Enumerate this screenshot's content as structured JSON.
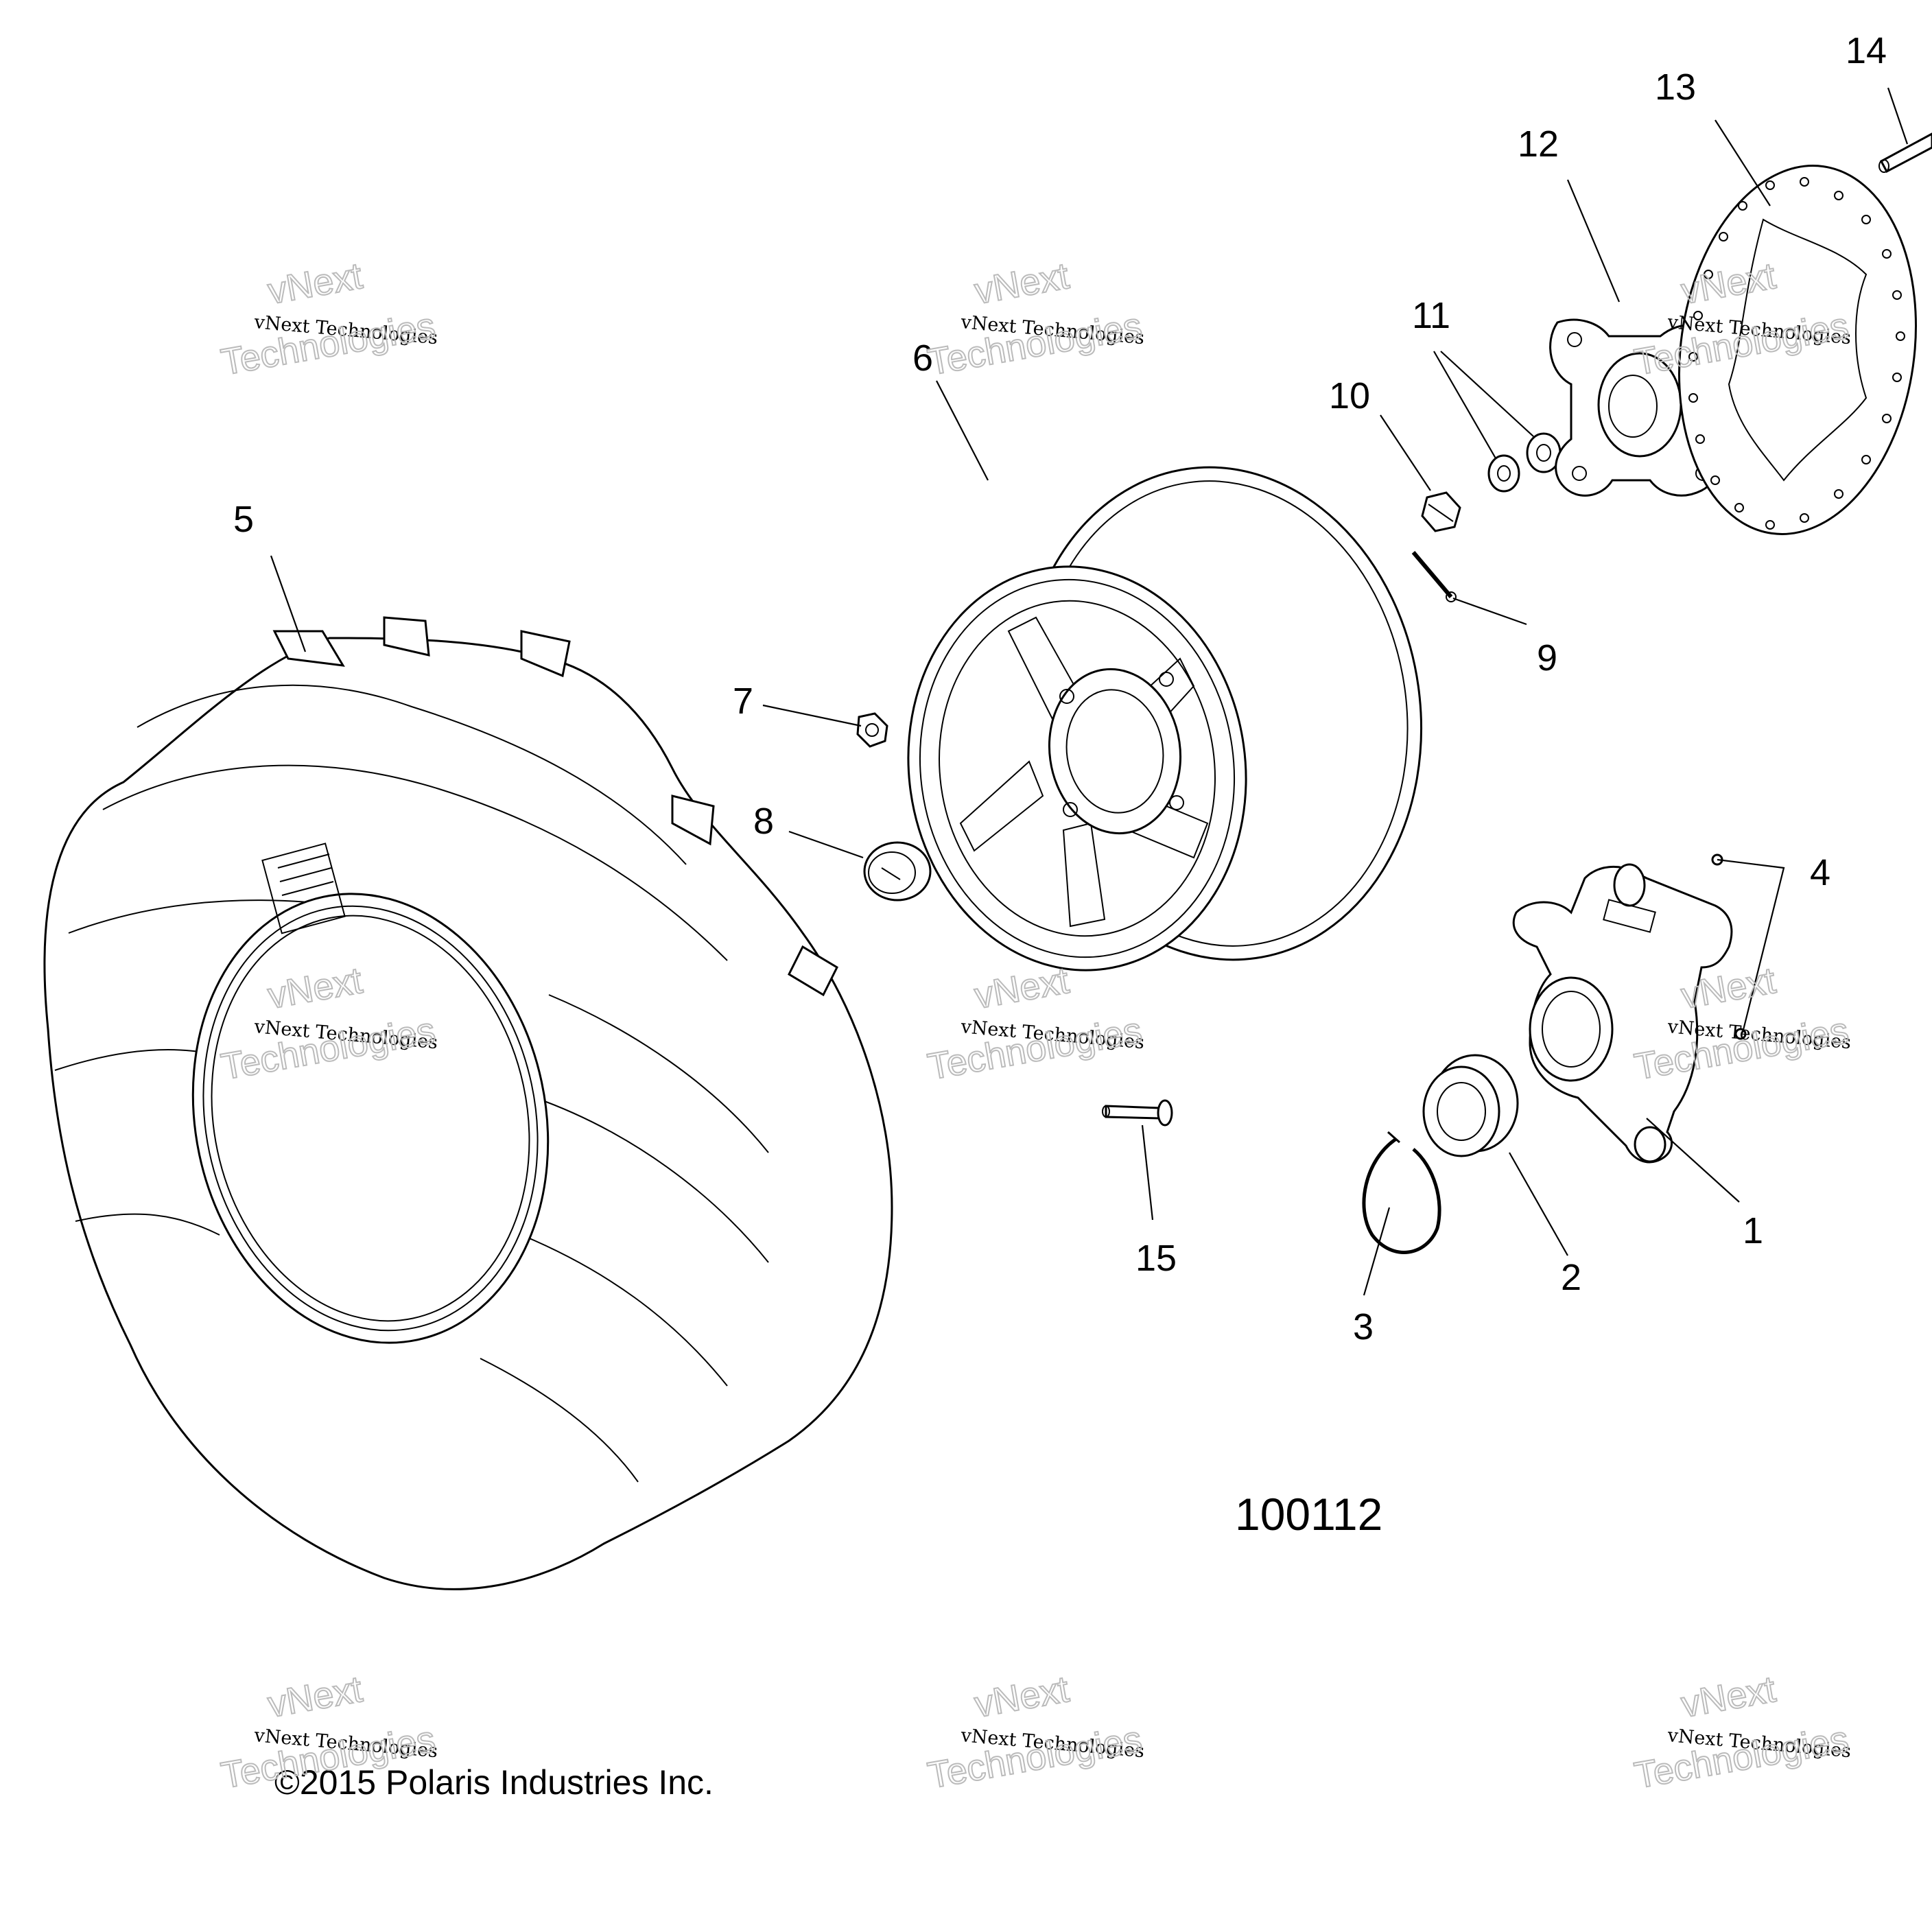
{
  "diagram": {
    "figure_number": "100112",
    "copyright": "©2015 Polaris Industries Inc.",
    "watermark": {
      "line1": "vNext",
      "line2": "vNext Technologies",
      "line3": "Technologies"
    },
    "callouts": [
      {
        "id": "1",
        "label": "1"
      },
      {
        "id": "2",
        "label": "2"
      },
      {
        "id": "3",
        "label": "3"
      },
      {
        "id": "4",
        "label": "4"
      },
      {
        "id": "5",
        "label": "5"
      },
      {
        "id": "6",
        "label": "6"
      },
      {
        "id": "7",
        "label": "7"
      },
      {
        "id": "8",
        "label": "8"
      },
      {
        "id": "9",
        "label": "9"
      },
      {
        "id": "10",
        "label": "10"
      },
      {
        "id": "11",
        "label": "11"
      },
      {
        "id": "12",
        "label": "12"
      },
      {
        "id": "13",
        "label": "13"
      },
      {
        "id": "14",
        "label": "14"
      },
      {
        "id": "15",
        "label": "15"
      }
    ]
  }
}
